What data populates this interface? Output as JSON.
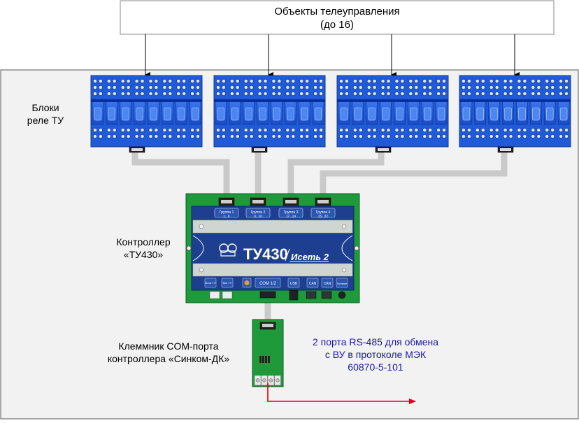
{
  "header_box": {
    "line1": "Объекты телеуправления",
    "line2": "(до 16)"
  },
  "labels": {
    "relay_blocks_line1": "Блоки",
    "relay_blocks_line2": "реле ТУ",
    "controller_line1": "Контроллер",
    "controller_line2": "«ТУ430»",
    "terminal_line1": "Клеммник COM-порта",
    "terminal_line2": "контроллера «Синком-ДК»",
    "rs485_line1": "2 порта RS-485 для обмена",
    "rs485_line2": "с ВУ в протоколе МЭК",
    "rs485_line3": "60870-5-101"
  },
  "controller": {
    "model": "ТУ430",
    "subtitle": "Исеть 2",
    "groups": [
      {
        "name": "Группа 1",
        "range": "1...8"
      },
      {
        "name": "Группа 2",
        "range": "9...16"
      },
      {
        "name": "Группа 3",
        "range": "17...24"
      },
      {
        "name": "Группа 4",
        "range": "25...32"
      }
    ],
    "bottom_labels": [
      "Блок ТУ",
      "Вкл ТУ",
      "СОМ 1/2",
      "USB",
      "CAN",
      "CAN",
      "Питание"
    ]
  },
  "colors": {
    "relay_blue": "#1f5bd8",
    "controller_green": "#1f9a3a",
    "controller_blue": "#1e3f8f",
    "cable_gray": "#c8c8c8",
    "rs485_text": "#1a1aa0",
    "arrow_red": "#e00000"
  },
  "relay_block_count": 4
}
